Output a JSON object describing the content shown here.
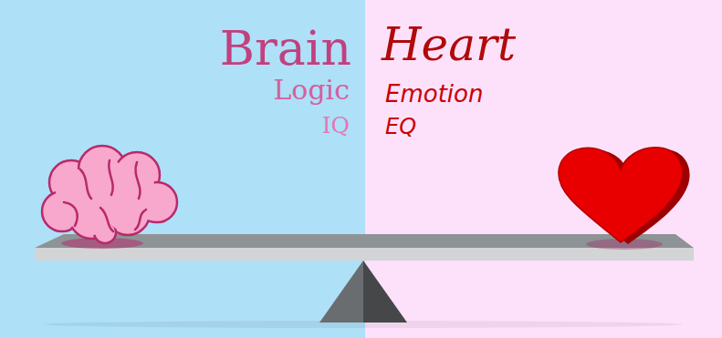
{
  "diagram": {
    "labels": [
      "Brain",
      "Logic",
      "IQ",
      "Heart",
      "Emotion",
      "EQ"
    ]
  }
}
